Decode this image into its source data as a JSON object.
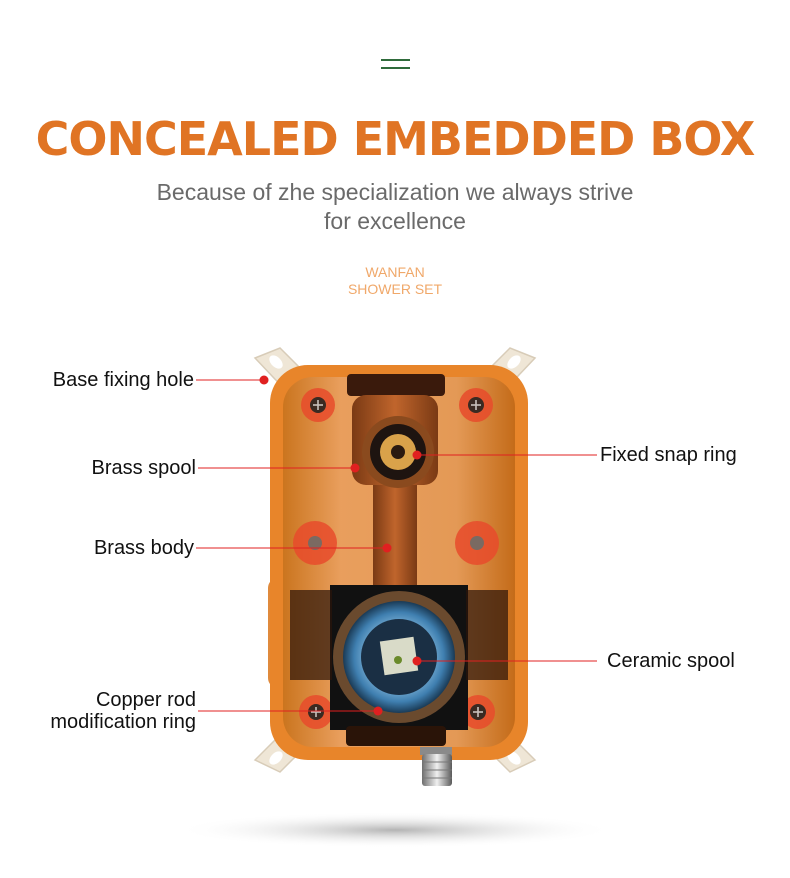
{
  "header": {
    "title": "CONCEALED EMBEDDED BOX",
    "subtitle_line1": "Because of zhe specialization we always strive",
    "subtitle_line2": "for excellence",
    "brand_line1": "WANFAN",
    "brand_line2": "SHOWER SET"
  },
  "callouts": {
    "base_fixing_hole": "Base fixing hole",
    "brass_spool": "Brass spool",
    "brass_body": "Brass body",
    "copper_rod_line1": "Copper rod",
    "copper_rod_line2": "modification ring",
    "fixed_snap_ring": "Fixed snap ring",
    "ceramic_spool": "Ceramic spool"
  },
  "colors": {
    "title": "#e07424",
    "accent_deco": "#2f6b3b",
    "callout_line": "#e02020",
    "callout_dot": "#e02020"
  }
}
